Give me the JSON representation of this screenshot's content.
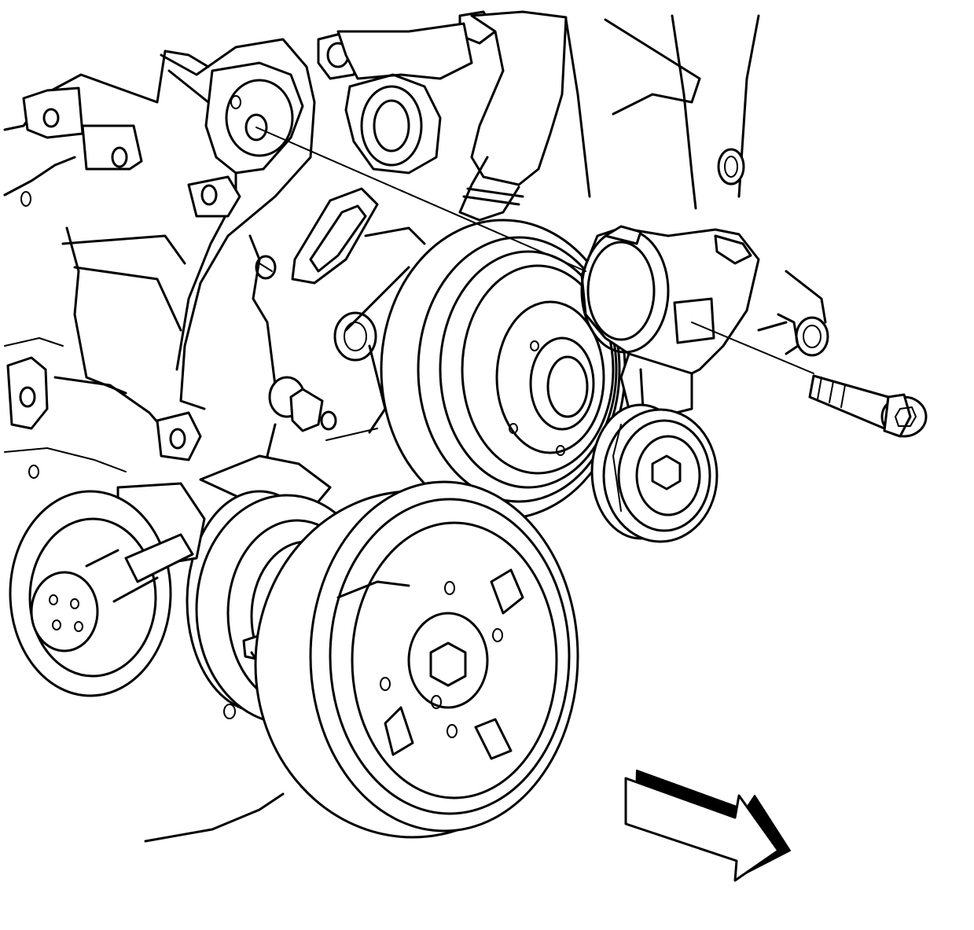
{
  "figure": {
    "background": "#ffffff",
    "line_color": "#000000",
    "components": [
      "engine-block",
      "upper-radiator-hose",
      "power-steering-pump-pulley",
      "drive-belt-tensioner",
      "tensioner-idler-pulley",
      "tensioner-mounting-bolt",
      "ac-compressor-pulley",
      "water-pump-pulley",
      "crankshaft-balancer",
      "engine-front-arrow"
    ],
    "arrow_direction": "front-of-vehicle"
  }
}
